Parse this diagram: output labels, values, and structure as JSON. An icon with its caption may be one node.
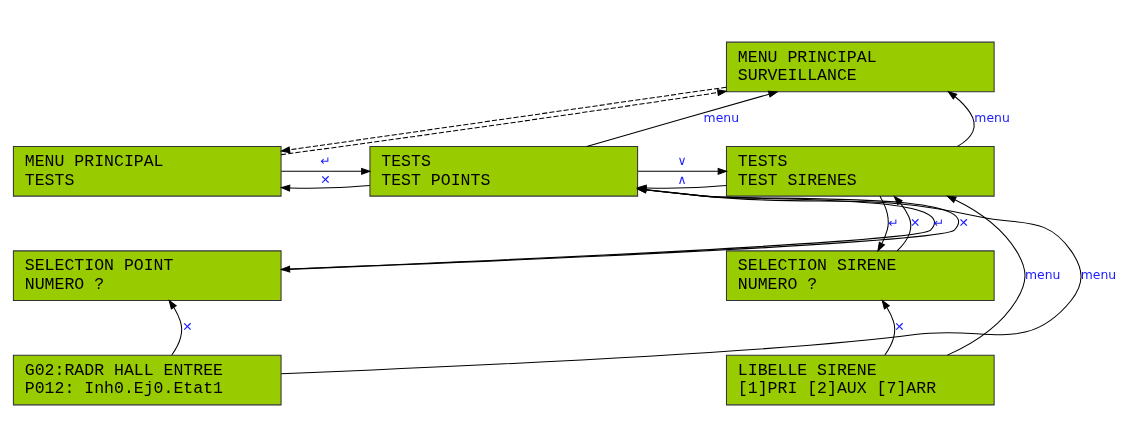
{
  "diagram": {
    "nodes": [
      {
        "text": [
          "MENU PRINCIPAL",
          " SURVEILLANCE"
        ]
      },
      {
        "text": [
          "MENU PRINCIPAL",
          " TESTS"
        ]
      },
      {
        "text": [
          "TESTS",
          " TEST POINTS"
        ]
      },
      {
        "text": [
          "TESTS",
          " TEST SIRENES"
        ]
      },
      {
        "text": [
          "SELECTION POINT",
          "NUMERO ?"
        ]
      },
      {
        "text": [
          "SELECTION SIRENE",
          "NUMERO ?"
        ]
      },
      {
        "text": [
          "G02:RADR HALL ENTREE",
          "P012: Inh0.Ej0.Etat1"
        ]
      },
      {
        "text": [
          "LIBELLE SIRENE",
          "[1]PRI [2]AUX [7]ARR"
        ]
      }
    ],
    "edges": [
      {
        "from": 0,
        "to": 1,
        "arrow": "to",
        "style": "dashed"
      },
      {
        "from": 1,
        "to": 0,
        "arrow": "to",
        "style": "dashed"
      },
      {
        "from": 1,
        "to": 2,
        "arrow": "to",
        "label": "↵"
      },
      {
        "from": 2,
        "to": 1,
        "arrow": "to",
        "label": "✕"
      },
      {
        "from": 2,
        "to": 0,
        "arrow": "to",
        "label": "menu"
      },
      {
        "from": 3,
        "to": 0,
        "arrow": "to",
        "label": "menu"
      },
      {
        "from": 2,
        "to": 3,
        "arrow": "to",
        "label": "∨"
      },
      {
        "from": 3,
        "to": 2,
        "arrow": "to",
        "label": "∧"
      },
      {
        "from": 2,
        "to": 4,
        "arrow": "to",
        "label": "↵"
      },
      {
        "from": 4,
        "to": 2,
        "arrow": "to",
        "label": "✕"
      },
      {
        "from": 6,
        "to": 4,
        "arrow": "to",
        "label": "✕"
      },
      {
        "from": 6,
        "to": 2,
        "arrow": "to",
        "label": "menu"
      },
      {
        "from": 3,
        "to": 5,
        "arrow": "to",
        "label": "↵"
      },
      {
        "from": 5,
        "to": 3,
        "arrow": "to",
        "label": "✕"
      },
      {
        "from": 7,
        "to": 5,
        "arrow": "to",
        "label": "✕"
      },
      {
        "from": 7,
        "to": 3,
        "arrow": "to",
        "label": "menu"
      }
    ]
  }
}
